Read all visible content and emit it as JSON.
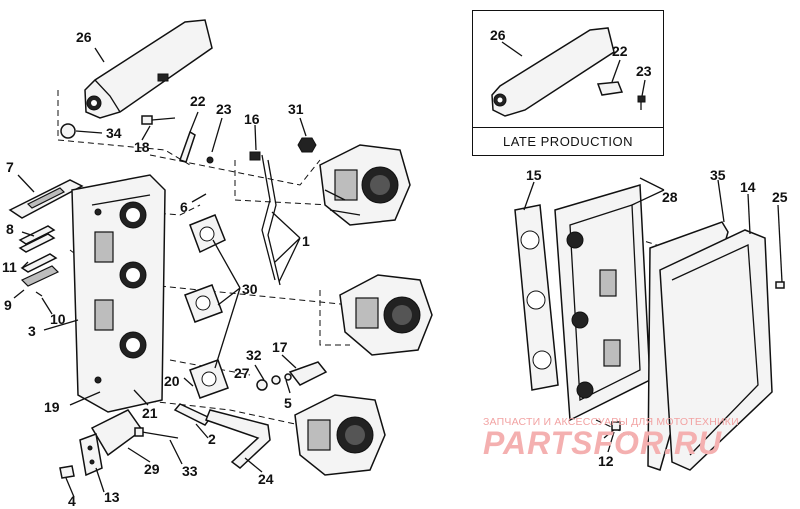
{
  "diagram": {
    "callouts": [
      {
        "id": "c26a",
        "text": "26"
      },
      {
        "id": "c34",
        "text": "34"
      },
      {
        "id": "c18",
        "text": "18"
      },
      {
        "id": "c22a",
        "text": "22"
      },
      {
        "id": "c23a",
        "text": "23"
      },
      {
        "id": "c16",
        "text": "16"
      },
      {
        "id": "c31",
        "text": "31"
      },
      {
        "id": "c7",
        "text": "7"
      },
      {
        "id": "c6",
        "text": "6"
      },
      {
        "id": "c8",
        "text": "8"
      },
      {
        "id": "c11",
        "text": "11"
      },
      {
        "id": "c9",
        "text": "9"
      },
      {
        "id": "c10",
        "text": "10"
      },
      {
        "id": "c3",
        "text": "3"
      },
      {
        "id": "c1",
        "text": "1"
      },
      {
        "id": "c30",
        "text": "30"
      },
      {
        "id": "c32",
        "text": "32"
      },
      {
        "id": "c17",
        "text": "17"
      },
      {
        "id": "c27",
        "text": "27"
      },
      {
        "id": "c5",
        "text": "5"
      },
      {
        "id": "c20",
        "text": "20"
      },
      {
        "id": "c19",
        "text": "19"
      },
      {
        "id": "c21",
        "text": "21"
      },
      {
        "id": "c2",
        "text": "2"
      },
      {
        "id": "c29",
        "text": "29"
      },
      {
        "id": "c33",
        "text": "33"
      },
      {
        "id": "c24",
        "text": "24"
      },
      {
        "id": "c13",
        "text": "13"
      },
      {
        "id": "c4",
        "text": "4"
      },
      {
        "id": "c15",
        "text": "15"
      },
      {
        "id": "c28",
        "text": "28"
      },
      {
        "id": "c35",
        "text": "35"
      },
      {
        "id": "c14",
        "text": "14"
      },
      {
        "id": "c25",
        "text": "25"
      },
      {
        "id": "c12",
        "text": "12"
      },
      {
        "id": "c26b",
        "text": "26"
      },
      {
        "id": "c22b",
        "text": "22"
      },
      {
        "id": "c23b",
        "text": "23"
      }
    ],
    "inset": {
      "label": "LATE PRODUCTION"
    }
  },
  "watermark": {
    "line1": "ЗАПЧАСТИ И АКСЕССУАРЫ ДЛЯ МОТОТЕХНИКИ",
    "line2": "PARTSFOR.RU",
    "color": "#f2a3a3"
  }
}
